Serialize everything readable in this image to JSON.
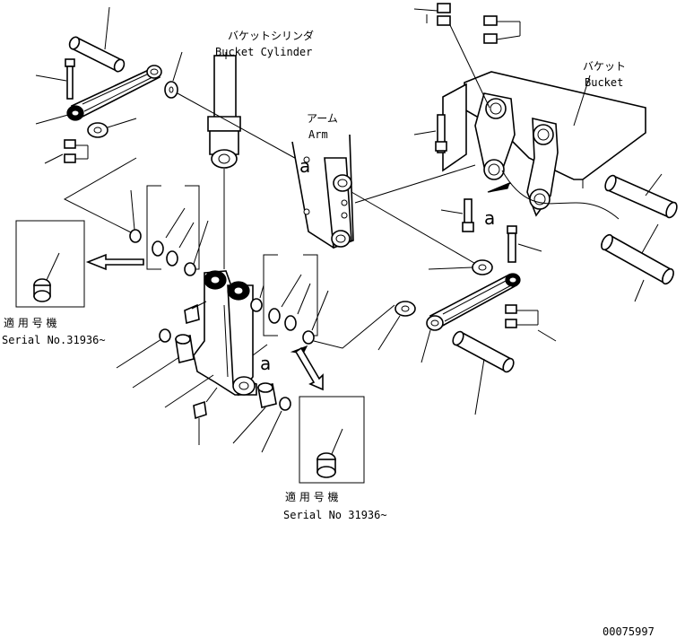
{
  "labels": {
    "bucket_cylinder_ja": "バケットシリンダ",
    "bucket_cylinder_en": "Bucket Cylinder",
    "arm_ja": "アーム",
    "arm_en": "Arm",
    "bucket_ja": "バケット",
    "bucket_en": "Bucket",
    "applicable_machine_left": "適 用 号 機",
    "serial_left": "Serial No.31936~",
    "applicable_machine_right": "適 用 号 機",
    "serial_right": "Serial No 31936~",
    "reference_letter_1": "a",
    "reference_letter_2": "a",
    "reference_letter_3": "a",
    "drawing_number": "00075997"
  }
}
